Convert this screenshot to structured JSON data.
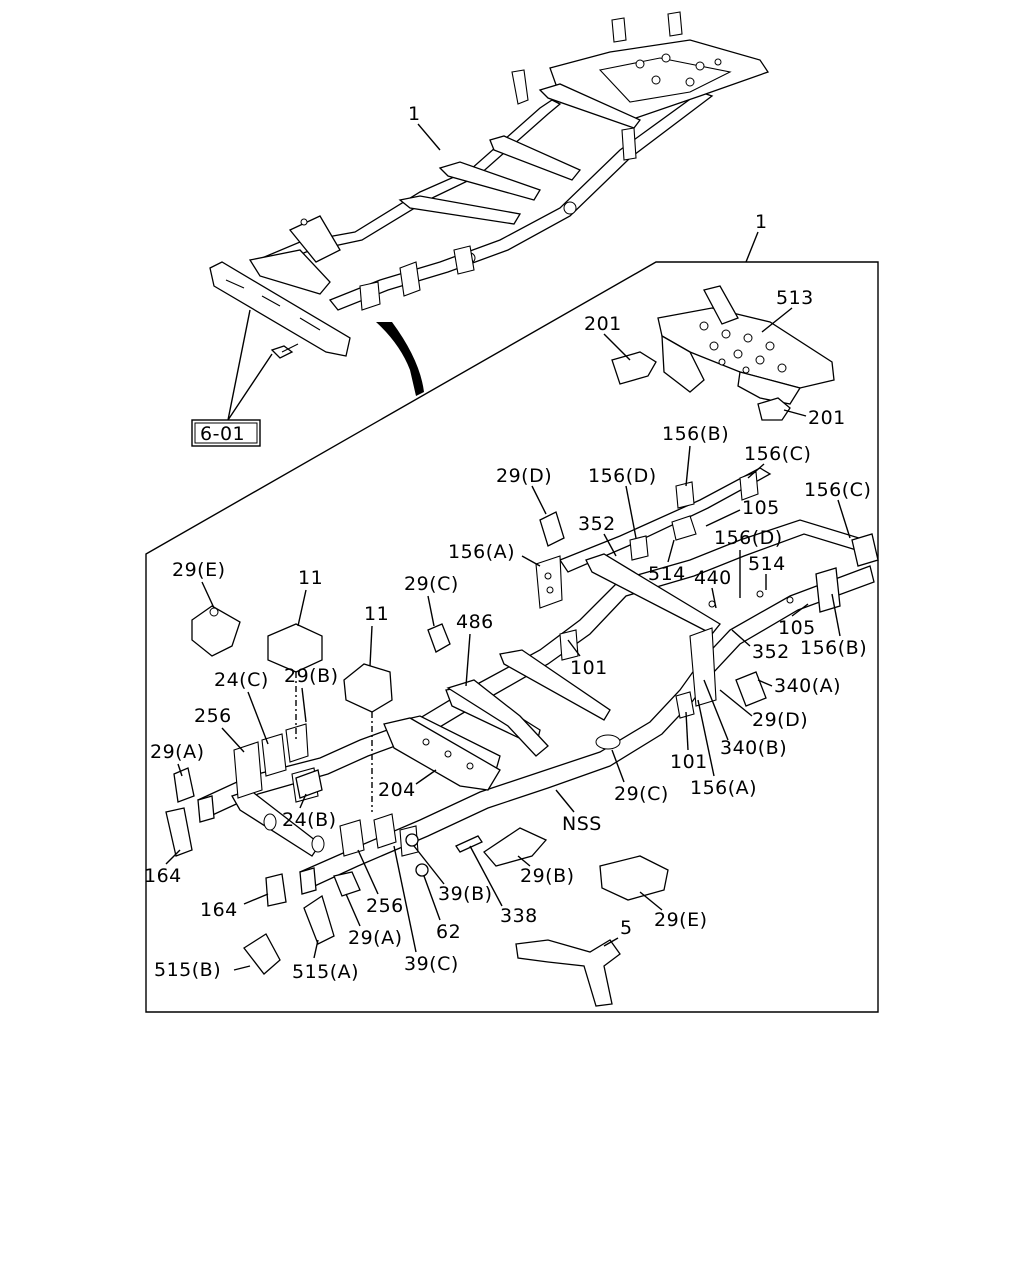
{
  "labels": {
    "top_frame": "1",
    "panel_frame": "1",
    "ref_box": "6-01",
    "p513": "513",
    "p201_a": "201",
    "p201_b": "201",
    "p156b_top": "156(B)",
    "p156c_top": "156(C)",
    "p156c_right": "156(C)",
    "p29d_top": "29(D)",
    "p156d_mid": "156(D)",
    "p105_top": "105",
    "p156d_right": "156(D)",
    "p352_mid": "352",
    "p156a_mid": "156(A)",
    "p514_a": "514",
    "p514_b": "514",
    "p440": "440",
    "p29e_left": "29(E)",
    "p11_a": "11",
    "p29c_mid": "29(C)",
    "p11_b": "11",
    "p486": "486",
    "p105_right": "105",
    "p156b_right": "156(B)",
    "p352_right": "352",
    "p101_mid": "101",
    "p24c": "24(C)",
    "p29b_left": "29(B)",
    "p340a": "340(A)",
    "p256_a": "256",
    "p29d_right": "29(D)",
    "p29a_left": "29(A)",
    "p340b": "340(B)",
    "p101_low": "101",
    "p156a_low": "156(A)",
    "p204": "204",
    "p29c_low": "29(C)",
    "p24b": "24(B)",
    "nss": "NSS",
    "p164_a": "164",
    "p29b_low": "29(B)",
    "p39b": "39(B)",
    "p164_b": "164",
    "p256_b": "256",
    "p338": "338",
    "p29e_low": "29(E)",
    "p62": "62",
    "p5": "5",
    "p29a_low": "29(A)",
    "p515b": "515(B)",
    "p515a": "515(A)",
    "p39c": "39(C)"
  }
}
